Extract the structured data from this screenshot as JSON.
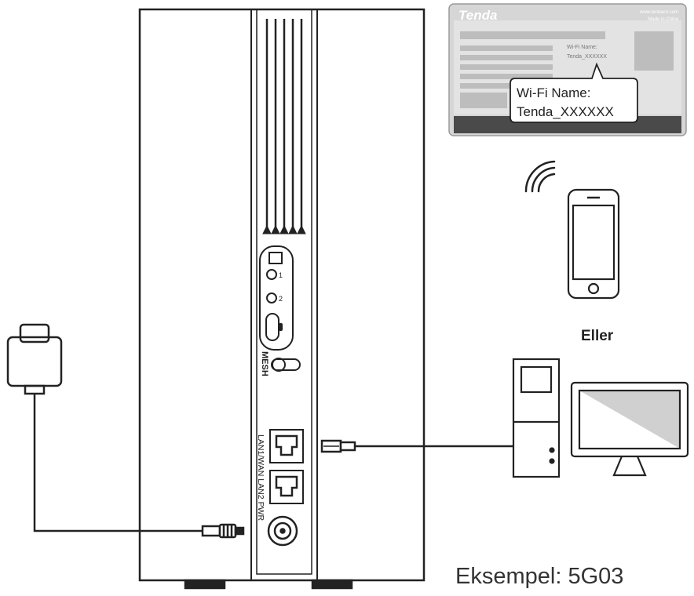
{
  "label": {
    "brand": "Tenda",
    "url_line": "www.tendacn.com",
    "made_in": "Made in China",
    "small_ssid_title": "Wi-Fi Name:",
    "small_ssid_value": "Tenda_XXXXXX",
    "callout_title": "Wi-Fi Name:",
    "callout_value": "Tenda_XXXXXX"
  },
  "router": {
    "mesh_label": "MESH",
    "lan1_label": "LAN1/WAN",
    "lan2_label": "LAN2",
    "pwr_label": "PWR",
    "wifi_24_mark": "1",
    "wifi_5_mark": "2"
  },
  "devices": {
    "or_label": "Eller"
  },
  "caption": "Eksempel: 5G03",
  "colors": {
    "line": "#222222",
    "label_bg": "#d6d6d6",
    "label_dark": "#4a4a4a"
  }
}
